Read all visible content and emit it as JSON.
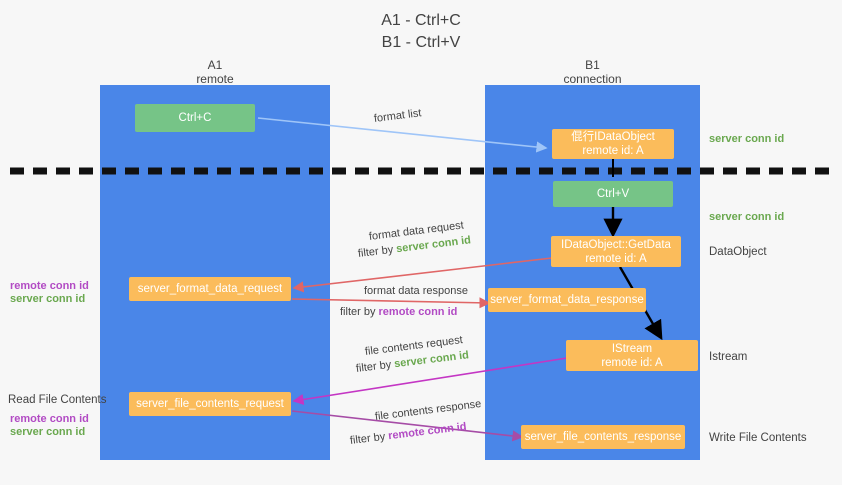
{
  "title": {
    "line1": "A1 - Ctrl+C",
    "line2": "B1 - Ctrl+V"
  },
  "lanes": [
    {
      "name": "A1",
      "sub": "remote"
    },
    {
      "name": "B1",
      "sub": "connection"
    }
  ],
  "nodes": {
    "ctrl_c": "Ctrl+C",
    "ctrl_v": "Ctrl+V",
    "idataobject_line1": "倱行IDataObject",
    "idataobject_line2": "remote id: A",
    "getdata_line1": "IDataObject::GetData",
    "getdata_line2": "remote id: A",
    "istream_line1": "IStream",
    "istream_line2": "remote id: A",
    "server_format_data_request": "server_format_data_request",
    "server_format_data_response": "server_format_data_response",
    "server_file_contents_request": "server_file_contents_request",
    "server_file_contents_response": "server_file_contents_response"
  },
  "edge_labels": {
    "format_list": "format list",
    "format_data_request": "format data request",
    "format_data_response": "format data response",
    "file_contents_request": "file contents request",
    "file_contents_response": "file contents response",
    "filter_by": "filter by ",
    "server_conn_id": "server conn id",
    "remote_conn_id": "remote conn id"
  },
  "side_tags": {
    "server_conn_id_top": "server conn id",
    "server_conn_id_mid": "server conn id",
    "data_object": "DataObject",
    "istream": "Istream",
    "write_file_contents": "Write File Contents",
    "read_file_contents": "Read File Contents",
    "left_remote_conn_id_1": "remote conn id",
    "left_server_conn_id_1": "server conn id",
    "left_remote_conn_id_2": "remote conn id",
    "left_server_conn_id_2": "server conn id"
  },
  "colors": {
    "lane": "#4a86e8",
    "green_node": "#76c487",
    "orange_node": "#fbbc5b",
    "green_text": "#6aa84f",
    "purple_text": "#b24bc4",
    "arrow_blue": "#9fc5f8",
    "arrow_red": "#e06666",
    "arrow_magenta": "#c436c4",
    "arrow_purple": "#a64ca6",
    "arrow_black": "#000000"
  }
}
